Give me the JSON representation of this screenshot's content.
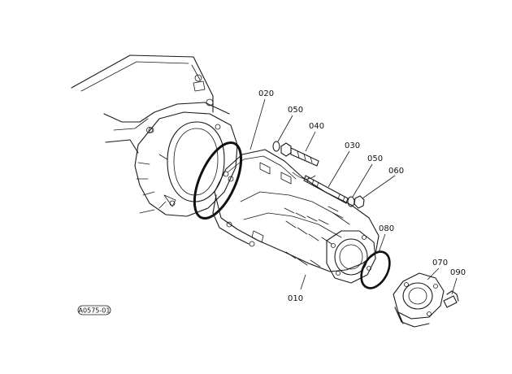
{
  "parts": [
    {
      "id": "part-020",
      "number": "020"
    },
    {
      "id": "part-050a",
      "number": "050"
    },
    {
      "id": "part-040",
      "number": "040"
    },
    {
      "id": "part-030",
      "number": "030"
    },
    {
      "id": "part-050b",
      "number": "050"
    },
    {
      "id": "part-060",
      "number": "060"
    },
    {
      "id": "part-080",
      "number": "080"
    },
    {
      "id": "part-070",
      "number": "070"
    },
    {
      "id": "part-090",
      "number": "090"
    },
    {
      "id": "part-010",
      "number": "010"
    }
  ],
  "figure_code": "A0575-01"
}
